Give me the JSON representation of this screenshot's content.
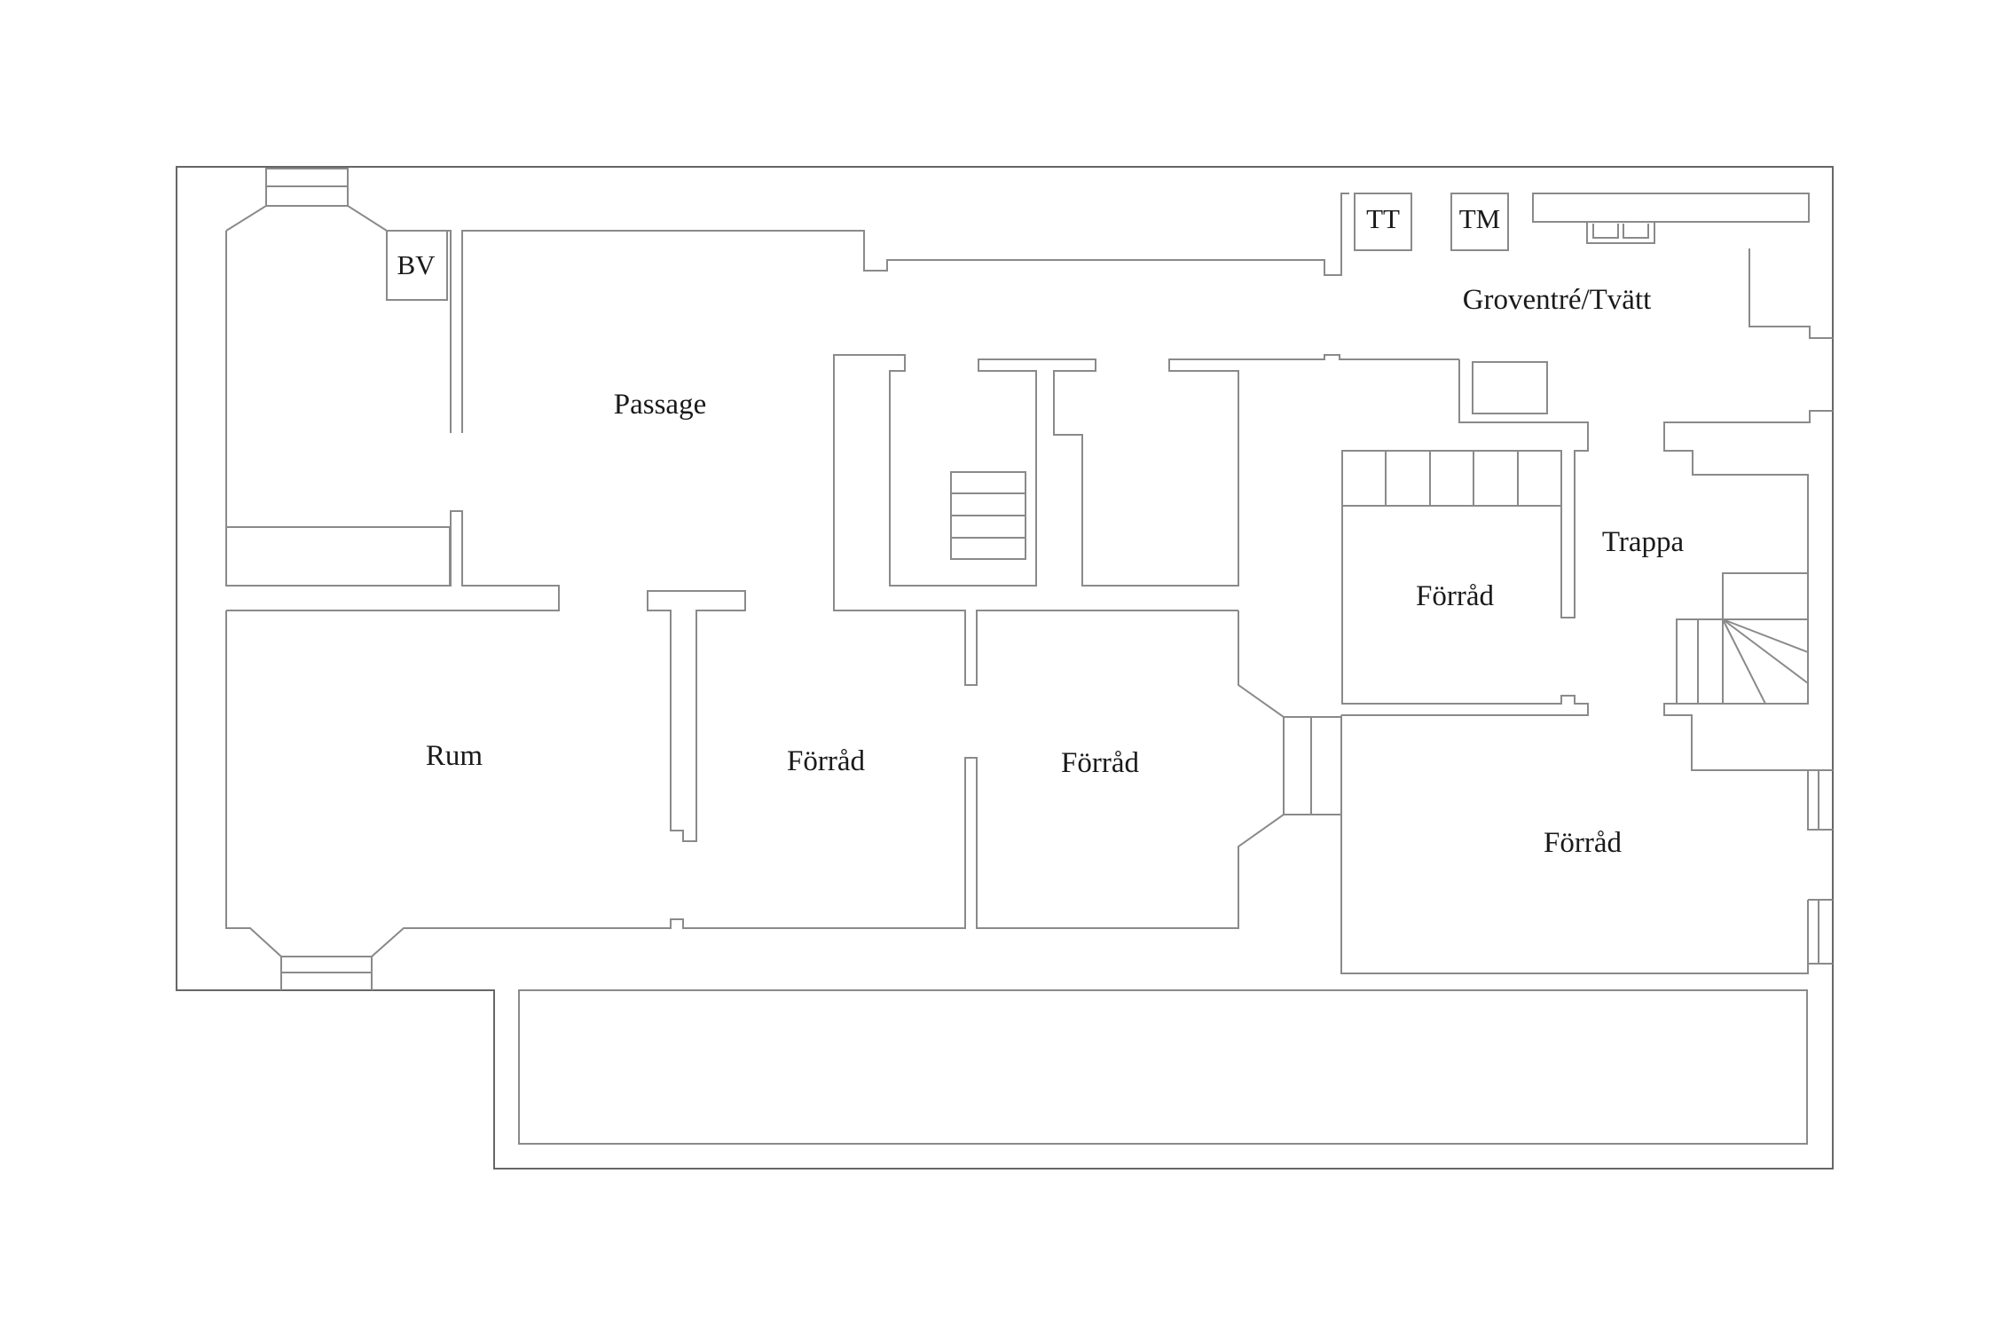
{
  "floor_plan": {
    "rooms": [
      {
        "id": "passage",
        "label": "Passage"
      },
      {
        "id": "rum",
        "label": "Rum"
      },
      {
        "id": "forrad_1",
        "label": "Förråd"
      },
      {
        "id": "forrad_2",
        "label": "Förråd"
      },
      {
        "id": "forrad_3",
        "label": "Förråd"
      },
      {
        "id": "forrad_4",
        "label": "Förråd"
      },
      {
        "id": "groventre",
        "label": "Groventré/Tvätt"
      },
      {
        "id": "trappa",
        "label": "Trappa"
      }
    ],
    "fixtures": [
      {
        "id": "bv",
        "label": "BV"
      },
      {
        "id": "tt",
        "label": "TT"
      },
      {
        "id": "tm",
        "label": "TM"
      }
    ],
    "colors": {
      "walls": "#8a8a8a",
      "text": "#1a1a1a",
      "background": "#ffffff"
    }
  }
}
